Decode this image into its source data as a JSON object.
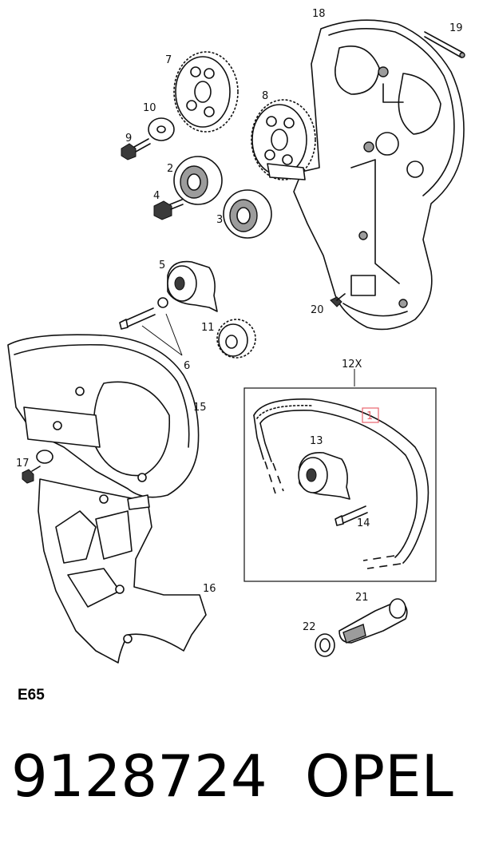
{
  "callouts": {
    "c1": "1",
    "c2": "2",
    "c3": "3",
    "c4": "4",
    "c5": "5",
    "c6": "6",
    "c7": "7",
    "c8": "8",
    "c9": "9",
    "c10": "10",
    "c11": "11",
    "c12": "12X",
    "c13": "13",
    "c14": "14",
    "c15": "15",
    "c16": "16",
    "c17": "17",
    "c18": "18",
    "c19": "19",
    "c20": "20",
    "c21": "21",
    "c22": "22"
  },
  "highlight_color": "#e8646e",
  "footer": {
    "diagram_code": "E65",
    "part_number": "9128724",
    "brand": "OPEL"
  }
}
